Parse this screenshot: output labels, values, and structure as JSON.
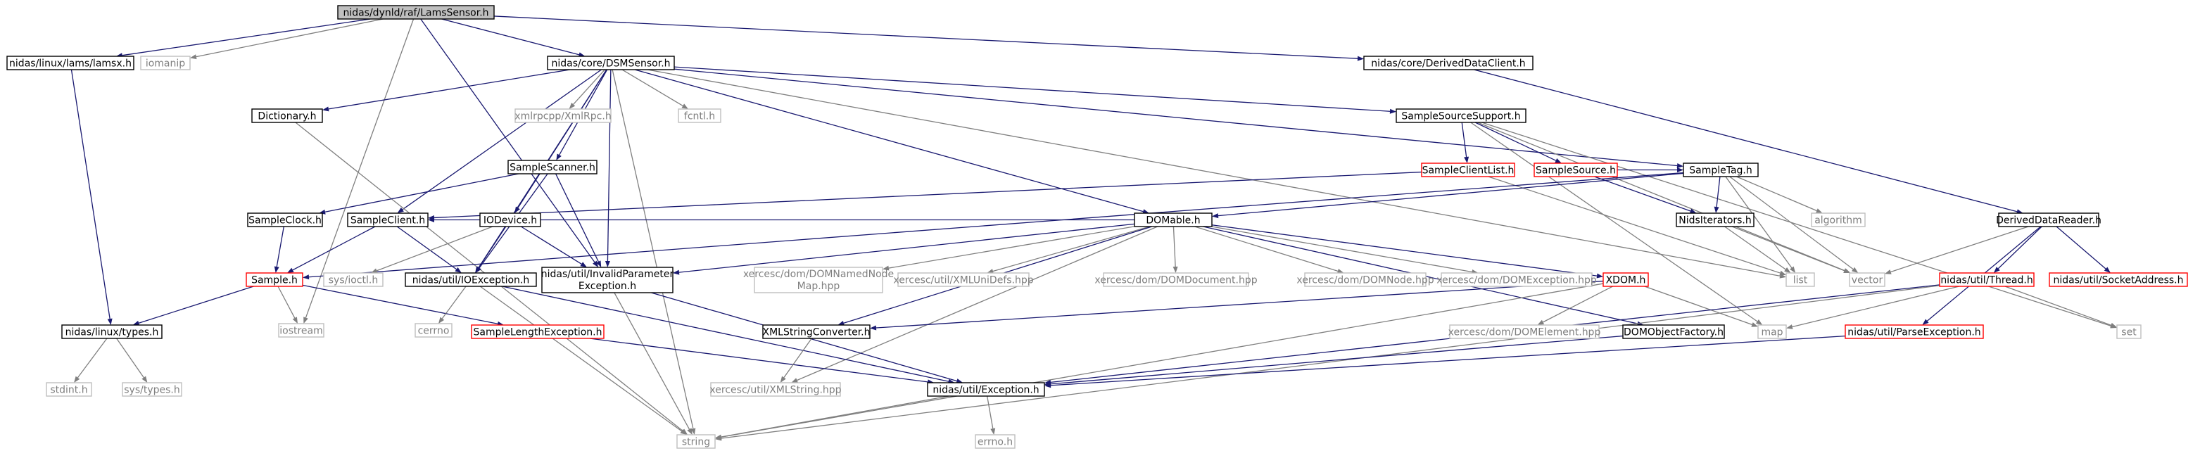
{
  "graph": {
    "nodes": [
      {
        "id": "lams",
        "label": "nidas/dynld/raf/LamsSensor.h",
        "style": "root"
      },
      {
        "id": "lamsx",
        "label": "nidas/linux/lams/lamsx.h",
        "style": "black"
      },
      {
        "id": "iomanip",
        "label": "iomanip",
        "style": "gray"
      },
      {
        "id": "dsmsensor",
        "label": "nidas/core/DSMSensor.h",
        "style": "black"
      },
      {
        "id": "derivedclient",
        "label": "nidas/core/DerivedDataClient.h",
        "style": "black"
      },
      {
        "id": "dictionary",
        "label": "Dictionary.h",
        "style": "black"
      },
      {
        "id": "xmlrpc",
        "label": "xmlrpcpp/XmlRpc.h",
        "style": "gray"
      },
      {
        "id": "fcntl",
        "label": "fcntl.h",
        "style": "gray"
      },
      {
        "id": "sss",
        "label": "SampleSourceSupport.h",
        "style": "black"
      },
      {
        "id": "samplescanner",
        "label": "SampleScanner.h",
        "style": "black"
      },
      {
        "id": "sampleclientlist",
        "label": "SampleClientList.h",
        "style": "red"
      },
      {
        "id": "samplesource",
        "label": "SampleSource.h",
        "style": "red"
      },
      {
        "id": "sampletag",
        "label": "SampleTag.h",
        "style": "black"
      },
      {
        "id": "sampleclock",
        "label": "SampleClock.h",
        "style": "black"
      },
      {
        "id": "sampleclient",
        "label": "SampleClient.h",
        "style": "black"
      },
      {
        "id": "iodevice",
        "label": "IODevice.h",
        "style": "black"
      },
      {
        "id": "domable",
        "label": "DOMable.h",
        "style": "black"
      },
      {
        "id": "nidasiter",
        "label": "NidsIterators.h",
        "style": "black"
      },
      {
        "id": "algorithm",
        "label": "algorithm",
        "style": "gray"
      },
      {
        "id": "deriveddatareader",
        "label": "DerivedDataReader.h",
        "style": "black"
      },
      {
        "id": "sample",
        "label": "Sample.h",
        "style": "red"
      },
      {
        "id": "sysioctl",
        "label": "sys/ioctl.h",
        "style": "gray"
      },
      {
        "id": "ioexception",
        "label": "nidas/util/IOException.h",
        "style": "black"
      },
      {
        "id": "invalidparam",
        "label": "nidas/util/InvalidParameter",
        "label2": "Exception.h",
        "style": "black"
      },
      {
        "id": "domnamednode",
        "label": "xercesc/dom/DOMNamedNode",
        "label2": "Map.hpp",
        "style": "gray"
      },
      {
        "id": "xmlunidefs",
        "label": "xercesc/util/XMLUniDefs.hpp",
        "style": "gray"
      },
      {
        "id": "domdocument",
        "label": "xercesc/dom/DOMDocument.hpp",
        "style": "gray"
      },
      {
        "id": "domnode",
        "label": "xercesc/dom/DOMNode.hpp",
        "style": "gray"
      },
      {
        "id": "domexception",
        "label": "xercesc/dom/DOMException.hpp",
        "style": "gray"
      },
      {
        "id": "xdom",
        "label": "XDOM.h",
        "style": "red"
      },
      {
        "id": "list",
        "label": "list",
        "style": "gray"
      },
      {
        "id": "vector",
        "label": "vector",
        "style": "gray"
      },
      {
        "id": "thread",
        "label": "nidas/util/Thread.h",
        "style": "red"
      },
      {
        "id": "socketaddr",
        "label": "nidas/util/SocketAddress.h",
        "style": "red"
      },
      {
        "id": "iostream",
        "label": "iostream",
        "style": "gray"
      },
      {
        "id": "cerrno",
        "label": "cerrno",
        "style": "gray"
      },
      {
        "id": "types",
        "label": "nidas/linux/types.h",
        "style": "black"
      },
      {
        "id": "samplelengthexc",
        "label": "SampleLengthException.h",
        "style": "red"
      },
      {
        "id": "xmlstringconv",
        "label": "XMLStringConverter.h",
        "style": "black"
      },
      {
        "id": "domelement",
        "label": "xercesc/dom/DOMElement.hpp",
        "style": "gray"
      },
      {
        "id": "domobjfactory",
        "label": "DOMObjectFactory.h",
        "style": "black"
      },
      {
        "id": "map",
        "label": "map",
        "style": "gray"
      },
      {
        "id": "parseexc",
        "label": "nidas/util/ParseException.h",
        "style": "red"
      },
      {
        "id": "set",
        "label": "set",
        "style": "gray"
      },
      {
        "id": "stdint",
        "label": "stdint.h",
        "style": "gray"
      },
      {
        "id": "systypes",
        "label": "sys/types.h",
        "style": "gray"
      },
      {
        "id": "xmlstring",
        "label": "xercesc/util/XMLString.hpp",
        "style": "gray"
      },
      {
        "id": "exception",
        "label": "nidas/util/Exception.h",
        "style": "black"
      },
      {
        "id": "string",
        "label": "string",
        "style": "gray"
      },
      {
        "id": "errno",
        "label": "errno.h",
        "style": "gray"
      }
    ],
    "edges": [
      [
        "lams",
        "lamsx"
      ],
      [
        "lams",
        "iomanip"
      ],
      [
        "lams",
        "dsmsensor"
      ],
      [
        "lams",
        "derivedclient"
      ],
      [
        "lams",
        "iostream"
      ],
      [
        "lams",
        "invalidparam"
      ],
      [
        "lamsx",
        "types"
      ],
      [
        "dsmsensor",
        "dictionary"
      ],
      [
        "dsmsensor",
        "xmlrpc"
      ],
      [
        "dsmsensor",
        "fcntl"
      ],
      [
        "dsmsensor",
        "sss"
      ],
      [
        "dsmsensor",
        "samplescanner"
      ],
      [
        "dsmsensor",
        "sampletag"
      ],
      [
        "dsmsensor",
        "sampleclient"
      ],
      [
        "dsmsensor",
        "iodevice"
      ],
      [
        "dsmsensor",
        "domable"
      ],
      [
        "dsmsensor",
        "ioexception"
      ],
      [
        "dsmsensor",
        "invalidparam"
      ],
      [
        "dsmsensor",
        "list"
      ],
      [
        "dsmsensor",
        "string"
      ],
      [
        "derivedclient",
        "deriveddatareader"
      ],
      [
        "dictionary",
        "string"
      ],
      [
        "sss",
        "sampleclientlist"
      ],
      [
        "sss",
        "samplesource"
      ],
      [
        "sss",
        "map"
      ],
      [
        "sss",
        "set"
      ],
      [
        "sss",
        "vector"
      ],
      [
        "samplescanner",
        "sampleclock"
      ],
      [
        "samplescanner",
        "ioexception"
      ],
      [
        "samplescanner",
        "invalidparam"
      ],
      [
        "sampleclientlist",
        "sampleclient"
      ],
      [
        "sampleclientlist",
        "list"
      ],
      [
        "samplesource",
        "nidasiter"
      ],
      [
        "samplesource",
        "sampletag"
      ],
      [
        "sampletag",
        "domable"
      ],
      [
        "sampletag",
        "nidasiter"
      ],
      [
        "sampletag",
        "algorithm"
      ],
      [
        "sampletag",
        "list"
      ],
      [
        "sampletag",
        "vector"
      ],
      [
        "sampletag",
        "sample"
      ],
      [
        "sampleclock",
        "sample"
      ],
      [
        "sampleclient",
        "sample"
      ],
      [
        "sampleclient",
        "ioexception"
      ],
      [
        "iodevice",
        "sysioctl"
      ],
      [
        "iodevice",
        "ioexception"
      ],
      [
        "iodevice",
        "invalidparam"
      ],
      [
        "domable",
        "invalidparam"
      ],
      [
        "domable",
        "domnamednode"
      ],
      [
        "domable",
        "xmlunidefs"
      ],
      [
        "domable",
        "domdocument"
      ],
      [
        "domable",
        "domnode"
      ],
      [
        "domable",
        "domexception"
      ],
      [
        "domable",
        "xdom"
      ],
      [
        "domable",
        "xmlstringconv"
      ],
      [
        "domable",
        "xmlstring"
      ],
      [
        "domable",
        "domobjfactory"
      ],
      [
        "domable",
        "sampleclient"
      ],
      [
        "nidasiter",
        "list"
      ],
      [
        "nidasiter",
        "vector"
      ],
      [
        "deriveddatareader",
        "thread"
      ],
      [
        "deriveddatareader",
        "socketaddr"
      ],
      [
        "deriveddatareader",
        "parseexc"
      ],
      [
        "deriveddatareader",
        "vector"
      ],
      [
        "sample",
        "types"
      ],
      [
        "sample",
        "iostream"
      ],
      [
        "sample",
        "samplelengthexc"
      ],
      [
        "ioexception",
        "cerrno"
      ],
      [
        "ioexception",
        "exception"
      ],
      [
        "ioexception",
        "string"
      ],
      [
        "invalidparam",
        "exception"
      ],
      [
        "invalidparam",
        "string"
      ],
      [
        "xdom",
        "map"
      ],
      [
        "xdom",
        "xmlstringconv"
      ],
      [
        "xdom",
        "domelement"
      ],
      [
        "xdom",
        "string"
      ],
      [
        "thread",
        "map"
      ],
      [
        "thread",
        "set"
      ],
      [
        "thread",
        "exception"
      ],
      [
        "thread",
        "string"
      ],
      [
        "parseexc",
        "exception"
      ],
      [
        "types",
        "stdint"
      ],
      [
        "types",
        "systypes"
      ],
      [
        "samplelengthexc",
        "exception"
      ],
      [
        "xmlstringconv",
        "xmlstring"
      ],
      [
        "domobjfactory",
        "exception"
      ],
      [
        "exception",
        "string"
      ],
      [
        "exception",
        "errno"
      ]
    ]
  }
}
